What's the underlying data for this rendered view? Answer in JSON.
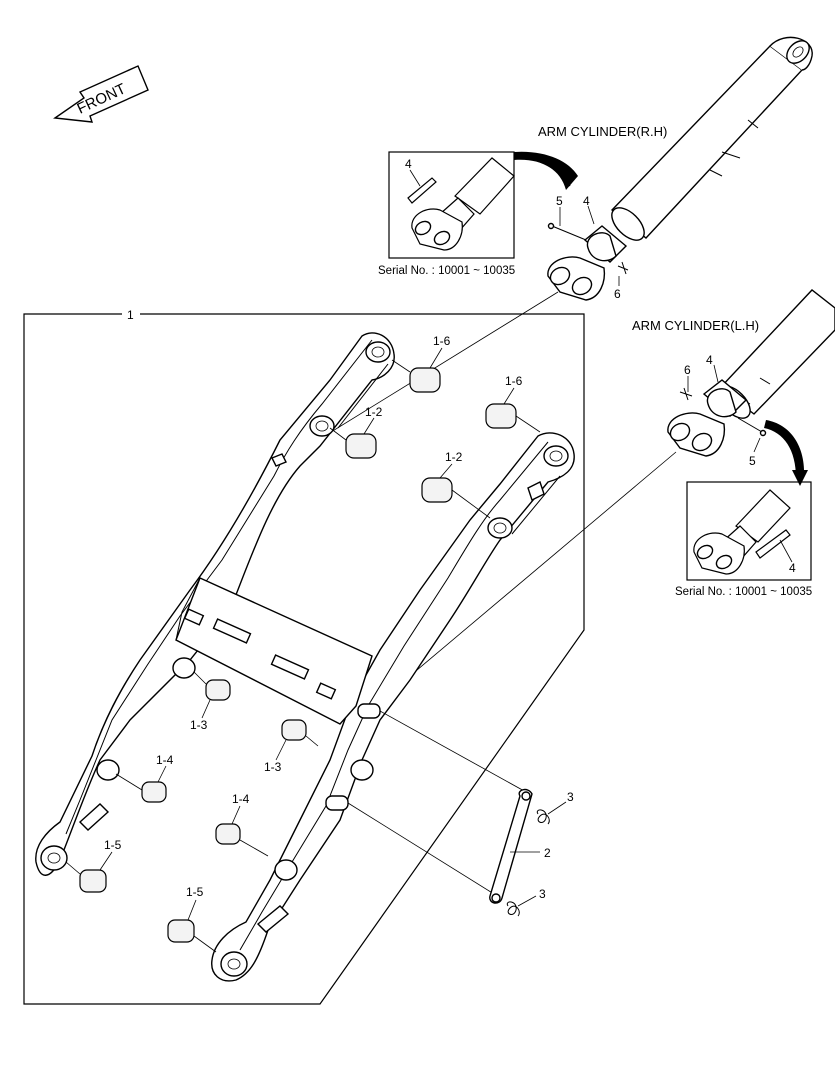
{
  "front_label": "FRONT",
  "cylinder_rh": {
    "title": "ARM CYLINDER(R.H)",
    "serial": "Serial No. : 10001 ~ 10035",
    "inset_label": "4",
    "labels": [
      "4",
      "5",
      "6"
    ]
  },
  "cylinder_lh": {
    "title": "ARM CYLINDER(L.H)",
    "serial": "Serial No. : 10001 ~ 10035",
    "inset_label": "4",
    "labels": [
      "4",
      "6",
      "5"
    ]
  },
  "arm_group_label": "1",
  "arm_labels": [
    "1-6",
    "1-6",
    "1-2",
    "1-2",
    "1-3",
    "1-3",
    "1-4",
    "1-4",
    "1-5",
    "1-5"
  ],
  "link_labels": [
    "3",
    "2",
    "3"
  ]
}
